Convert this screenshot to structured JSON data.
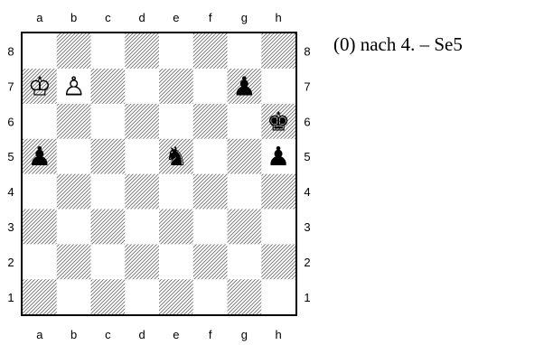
{
  "board": {
    "files": [
      "a",
      "b",
      "c",
      "d",
      "e",
      "f",
      "g",
      "h"
    ],
    "ranks": [
      "8",
      "7",
      "6",
      "5",
      "4",
      "3",
      "2",
      "1"
    ],
    "pieces": [
      {
        "square": "a7",
        "color": "white",
        "type": "king",
        "glyph": "♔"
      },
      {
        "square": "b7",
        "color": "white",
        "type": "pawn",
        "glyph": "♙"
      },
      {
        "square": "g7",
        "color": "black",
        "type": "pawn",
        "glyph": "♟"
      },
      {
        "square": "h6",
        "color": "black",
        "type": "king",
        "glyph": "♚"
      },
      {
        "square": "a5",
        "color": "black",
        "type": "pawn",
        "glyph": "♟"
      },
      {
        "square": "e5",
        "color": "black",
        "type": "knight",
        "glyph": "♞"
      },
      {
        "square": "h5",
        "color": "black",
        "type": "pawn",
        "glyph": "♟"
      }
    ]
  },
  "caption": "(0) nach 4. – Se5"
}
